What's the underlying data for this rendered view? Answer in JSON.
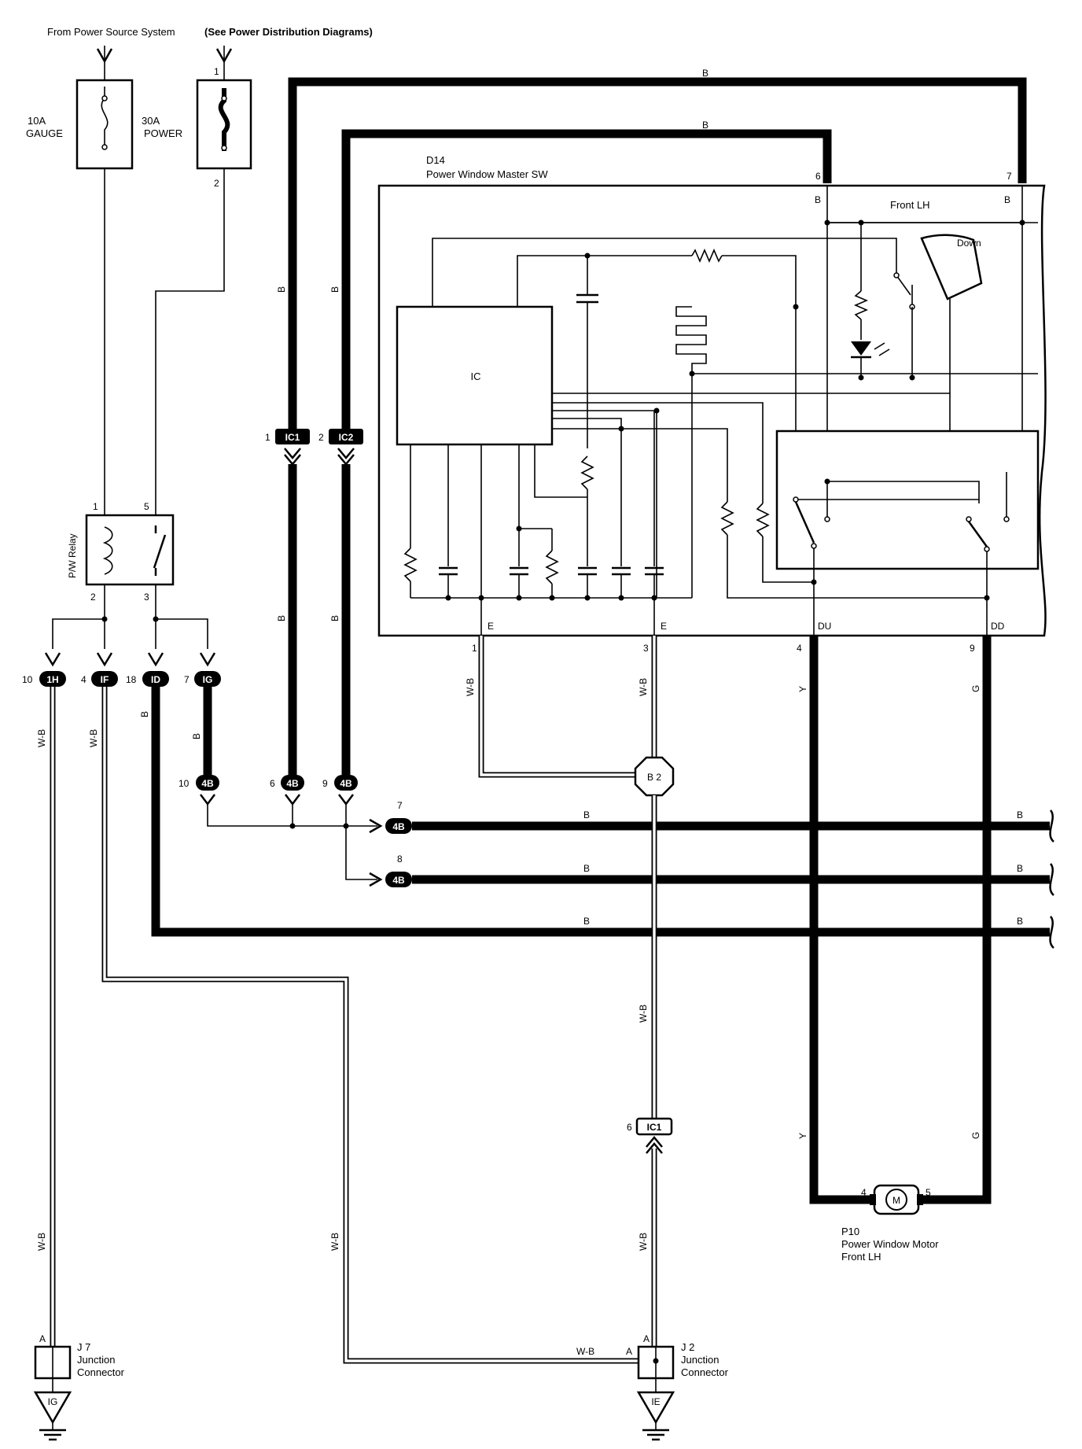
{
  "header": {
    "source_text": "From Power Source System",
    "source_ref": "(See Power Distribution Diagrams)"
  },
  "fuses": [
    {
      "amp": "10A",
      "name": "GAUGE"
    },
    {
      "amp": "30A",
      "name": "POWER"
    }
  ],
  "relay": {
    "name": "P/W Relay",
    "pins": [
      "1",
      "5",
      "2",
      "3"
    ]
  },
  "master_switch": {
    "code": "D14",
    "name": "Power Window Master SW",
    "section": "Front LH",
    "switch_label": "Down",
    "ic_label": "IC",
    "terminals": {
      "e1": "E",
      "e2": "E",
      "du": "DU",
      "dd": "DD",
      "b1": "B",
      "b2": "B"
    },
    "pins": {
      "p6": "6",
      "p7": "7",
      "p1": "1",
      "p3": "3",
      "p4": "4",
      "p9": "9"
    }
  },
  "connectors": {
    "c1H": {
      "pin": "10",
      "name": "1H"
    },
    "c1F": {
      "pin": "4",
      "name": "IF"
    },
    "c1D": {
      "pin": "18",
      "name": "ID"
    },
    "c1G": {
      "pin": "7",
      "name": "IG"
    },
    "ic1_top": {
      "pin": "1",
      "name": "IC1"
    },
    "ic2_top": {
      "pin": "2",
      "name": "IC2"
    },
    "c4B_10": {
      "pin": "10",
      "name": "4B"
    },
    "c4B_6": {
      "pin": "6",
      "name": "4B"
    },
    "c4B_9": {
      "pin": "9",
      "name": "4B"
    },
    "c4B_7": {
      "pin": "7",
      "name": "4B"
    },
    "c4B_8": {
      "pin": "8",
      "name": "4B"
    },
    "ic1_bot": {
      "pin": "6",
      "name": "IC1"
    },
    "b2": {
      "name": "B 2"
    }
  },
  "wire_colors": {
    "b": "B",
    "wb": "W-B",
    "y": "Y",
    "g": "G"
  },
  "motor": {
    "code": "P10",
    "name": "Power Window Motor",
    "sub": "Front LH",
    "symbol": "M",
    "pins": [
      "4",
      "5"
    ]
  },
  "junctions": [
    {
      "code": "J 7",
      "line1": "Junction",
      "line2": "Connector",
      "pin": "A",
      "ground": "IG"
    },
    {
      "code": "J 2",
      "line1": "Junction",
      "line2": "Connector",
      "pin": "A",
      "pin2": "A",
      "ground": "IE"
    }
  ],
  "fuse_pins": {
    "top": "1",
    "bottom": "2"
  }
}
